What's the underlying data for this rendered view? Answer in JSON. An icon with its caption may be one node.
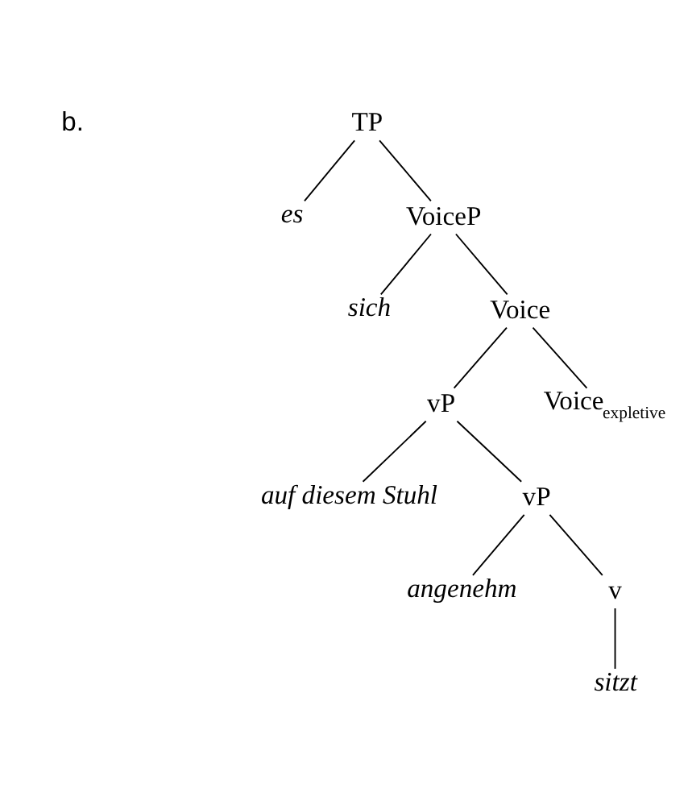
{
  "diagram": {
    "nodes": [
      {
        "text": [
          "TP"
        ]
      },
      {
        "text": [
          "es"
        ]
      },
      {
        "text": [
          "VoiceP"
        ]
      },
      {
        "text": [
          "sich"
        ]
      },
      {
        "text": [
          "Voice"
        ]
      },
      {
        "text": [
          "vP"
        ]
      },
      {
        "text": [
          "Voice$_{expletive}$"
        ]
      },
      {
        "text": [
          "auf diesem Stuhl"
        ]
      },
      {
        "text": [
          "vP"
        ]
      },
      {
        "text": [
          "angenehm"
        ]
      },
      {
        "text": [
          "v"
        ]
      },
      {
        "text": [
          "sitzt"
        ]
      }
    ],
    "edges": [
      {
        "from": 0,
        "to": 1,
        "arrow": "none"
      },
      {
        "from": 0,
        "to": 2,
        "arrow": "none"
      },
      {
        "from": 2,
        "to": 3,
        "arrow": "none"
      },
      {
        "from": 2,
        "to": 4,
        "arrow": "none"
      },
      {
        "from": 4,
        "to": 5,
        "arrow": "none"
      },
      {
        "from": 4,
        "to": 6,
        "arrow": "none"
      },
      {
        "from": 5,
        "to": 7,
        "arrow": "none"
      },
      {
        "from": 5,
        "to": 8,
        "arrow": "none"
      },
      {
        "from": 8,
        "to": 9,
        "arrow": "none"
      },
      {
        "from": 8,
        "to": 10,
        "arrow": "none"
      },
      {
        "from": 10,
        "to": 11,
        "arrow": "none"
      }
    ],
    "labels": [
      "b."
    ]
  }
}
